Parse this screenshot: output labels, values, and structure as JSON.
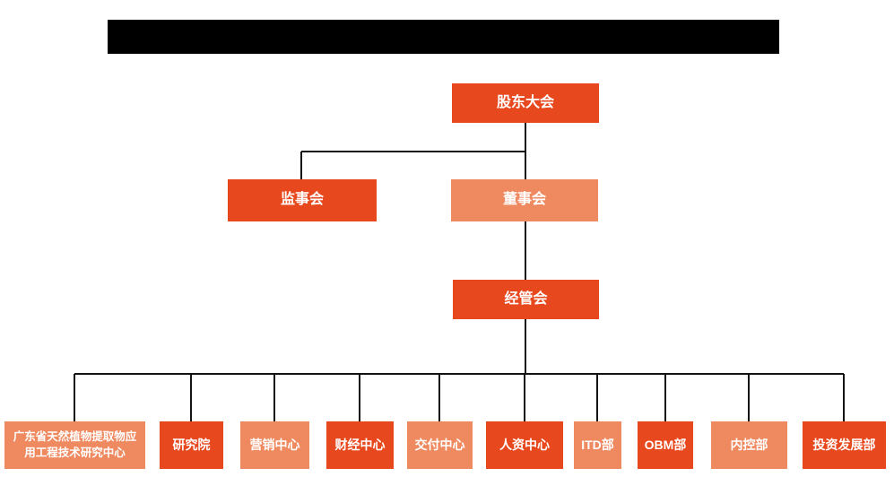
{
  "org": {
    "colors": {
      "primary": "#E8481D",
      "secondary": "#EF8A60",
      "line": "#131313",
      "text": "#FFFFFF",
      "redacted": "#000000"
    },
    "nodes": {
      "shareholders": {
        "label": "股东大会",
        "variant": "primary"
      },
      "supervisory": {
        "label": "监事会",
        "variant": "primary"
      },
      "board": {
        "label": "董事会",
        "variant": "secondary"
      },
      "management": {
        "label": "经管会",
        "variant": "primary"
      }
    },
    "departments": [
      {
        "label": "广东省天然植物提取物应\n用工程技术研究中心",
        "variant": "secondary"
      },
      {
        "label": "研究院",
        "variant": "primary"
      },
      {
        "label": "营销中心",
        "variant": "secondary"
      },
      {
        "label": "财经中心",
        "variant": "primary"
      },
      {
        "label": "交付中心",
        "variant": "secondary"
      },
      {
        "label": "人资中心",
        "variant": "primary"
      },
      {
        "label": "ITD部",
        "variant": "secondary"
      },
      {
        "label": "OBM部",
        "variant": "primary"
      },
      {
        "label": "内控部",
        "variant": "secondary"
      },
      {
        "label": "投资发展部",
        "variant": "primary"
      }
    ]
  }
}
